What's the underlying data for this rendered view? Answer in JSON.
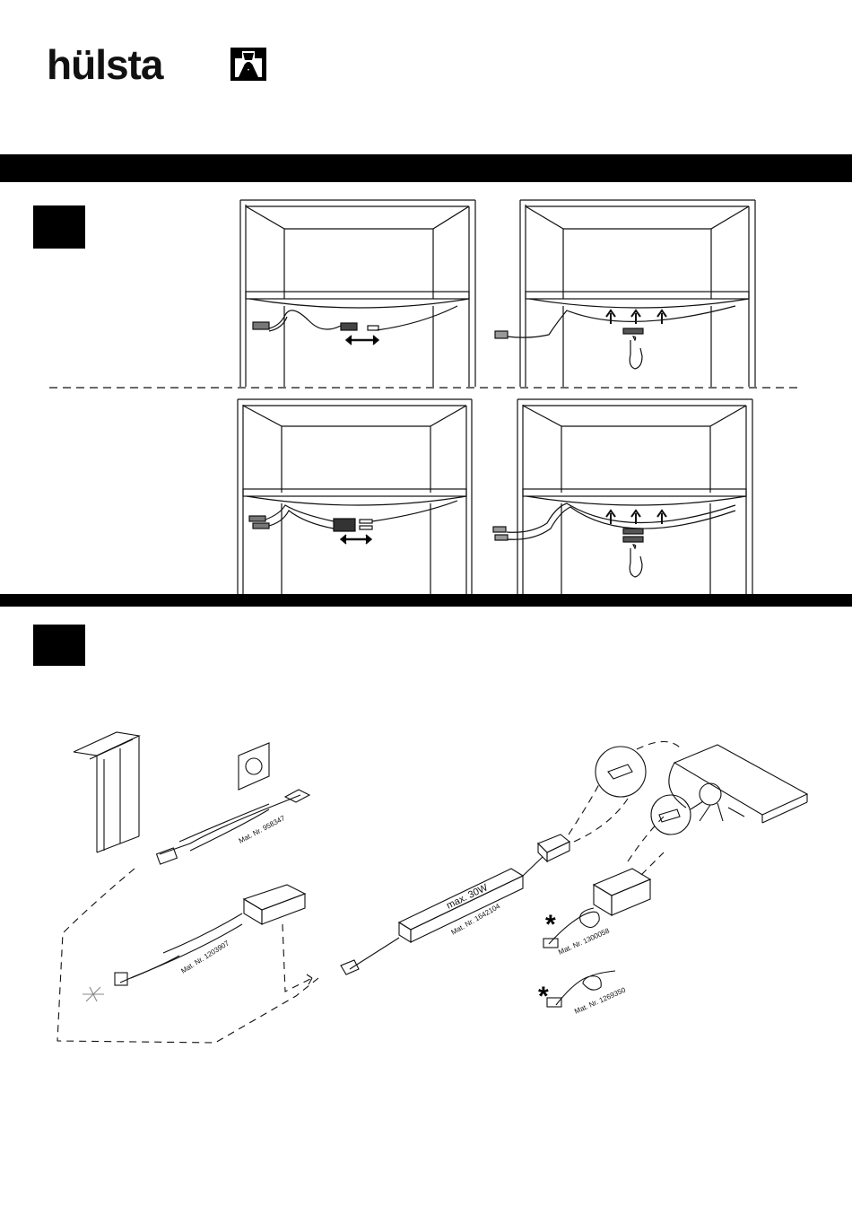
{
  "brand": {
    "name": "hülsta",
    "logo_icon": "hulsta-emblem-icon"
  },
  "section1": {
    "step_label": "",
    "panels": [
      {
        "name": "single-cable-unplug"
      },
      {
        "name": "single-cable-plug"
      },
      {
        "name": "double-cable-unplug"
      },
      {
        "name": "double-cable-plug"
      }
    ]
  },
  "section2": {
    "step_label": "",
    "parts": [
      {
        "label": "Mat. Nr. 958347",
        "name": "power-cable"
      },
      {
        "label": "Mat. Nr. 1203907",
        "name": "distributor-cable"
      },
      {
        "label": "max. 30W",
        "name": "driver-rating"
      },
      {
        "label": "Mat. Nr. 1642104",
        "name": "led-driver"
      },
      {
        "label": "Mat. Nr. 1300058",
        "name": "extension-cable-1"
      },
      {
        "label": "Mat. Nr. 1269350",
        "name": "extension-cable-2"
      }
    ],
    "asterisk": "*"
  },
  "colors": {
    "band": "#000000",
    "line": "#111111",
    "accent_fill": "#cccccc"
  }
}
